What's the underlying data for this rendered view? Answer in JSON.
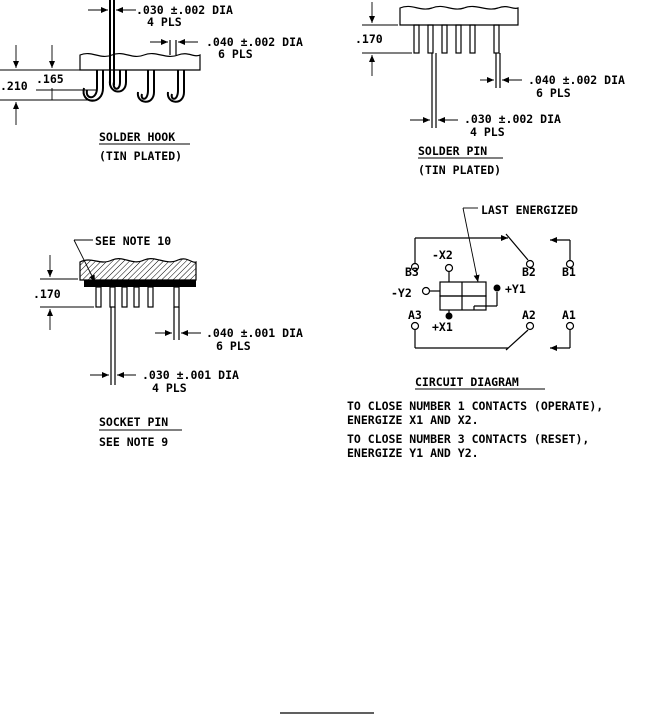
{
  "solder_hook": {
    "dim_030": ".030 ±.002 DIA",
    "pls_4": "4 PLS",
    "dim_040": ".040 ±.002 DIA",
    "pls_6": "6 PLS",
    "dim_210": ".210",
    "dim_165": ".165",
    "title": "SOLDER HOOK",
    "subtitle": "(TIN PLATED)"
  },
  "solder_pin": {
    "dim_170": ".170",
    "dim_040": ".040 ±.002 DIA",
    "pls_6": "6 PLS",
    "dim_030": ".030 ±.002 DIA",
    "pls_4": "4 PLS",
    "title": "SOLDER PIN",
    "subtitle": "(TIN PLATED)"
  },
  "socket_pin": {
    "note": "SEE NOTE 10",
    "dim_170": ".170",
    "dim_040": ".040 ±.001 DIA",
    "pls_6": "6 PLS",
    "dim_030": ".030 ±.001 DIA",
    "pls_4": "4 PLS",
    "title": "SOCKET PIN",
    "subtitle": "SEE NOTE 9"
  },
  "circuit": {
    "last_energized": "LAST ENERGIZED",
    "x2": "-X2",
    "b3": "B3",
    "b2": "B2",
    "b1": "B1",
    "y2": "-Y2",
    "y1": "+Y1",
    "a3": "A3",
    "x1": "+X1",
    "a2": "A2",
    "a1": "A1",
    "title": "CIRCUIT DIAGRAM",
    "note1_line1": "TO CLOSE NUMBER 1 CONTACTS (OPERATE),",
    "note1_line2": "ENERGIZE X1 AND X2.",
    "note2_line1": "TO CLOSE NUMBER 3 CONTACTS (RESET),",
    "note2_line2": "ENERGIZE Y1 AND Y2."
  }
}
